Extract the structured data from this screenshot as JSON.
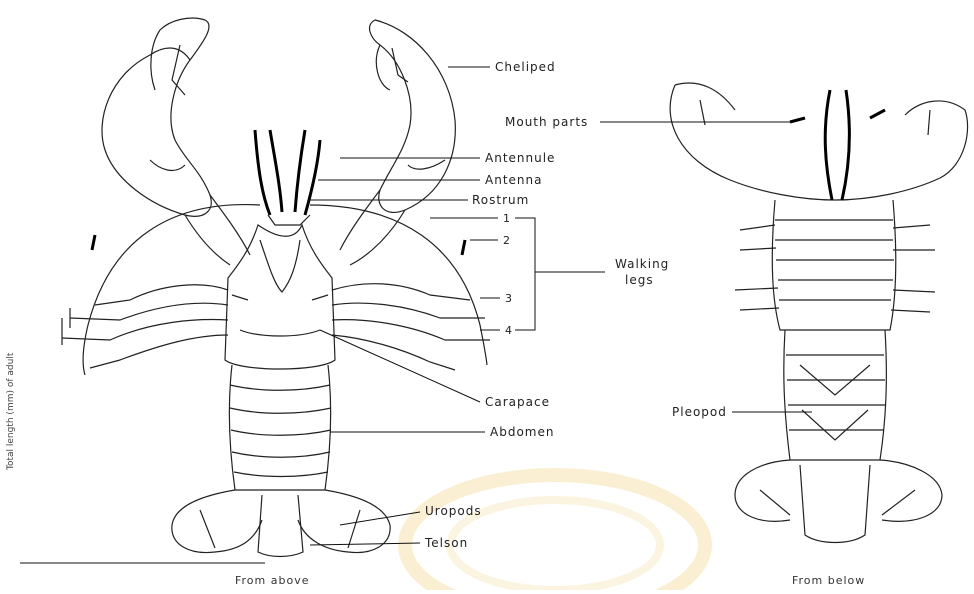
{
  "labels": {
    "cheliped": "Cheliped",
    "mouth_parts": "Mouth parts",
    "antennule": "Antennule",
    "antenna": "Antenna",
    "rostrum": "Rostrum",
    "walking_legs": [
      "Walking",
      "legs"
    ],
    "leg_1": "1",
    "leg_2": "2",
    "leg_3": "3",
    "leg_4": "4",
    "carapace": "Carapace",
    "abdomen": "Abdomen",
    "uropods": "Uropods",
    "telson": "Telson",
    "pleopod": "Pleopod"
  },
  "captions": {
    "front_view": "From above",
    "bottom_view": "From below",
    "side_measure": "Total length (mm) of adult"
  },
  "colors": {
    "ink": "#111111",
    "watermark": "#f6e3b0"
  }
}
